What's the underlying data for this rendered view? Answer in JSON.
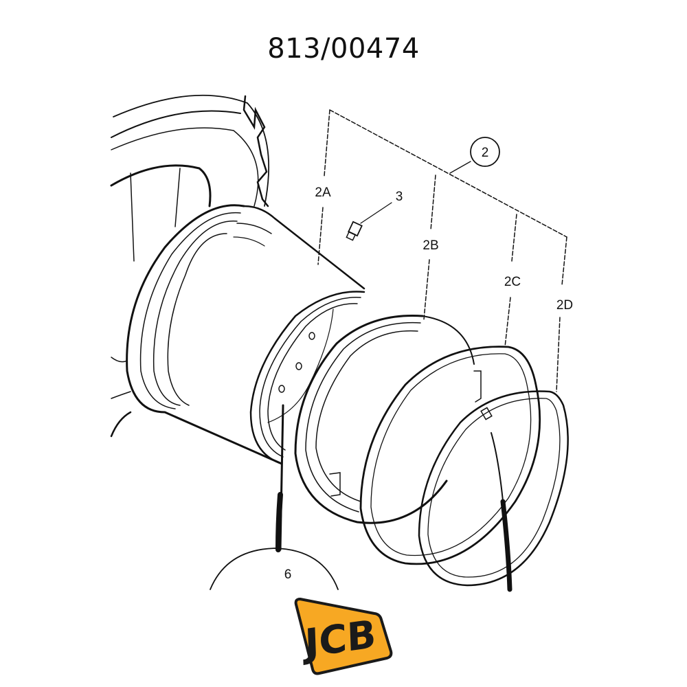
{
  "header": {
    "part_number": "813/00474"
  },
  "diagram": {
    "callouts": [
      {
        "id": "2",
        "label": "2",
        "circled": true
      },
      {
        "id": "2A",
        "label": "2A"
      },
      {
        "id": "2B",
        "label": "2B"
      },
      {
        "id": "2C",
        "label": "2C"
      },
      {
        "id": "2D",
        "label": "2D"
      },
      {
        "id": "3",
        "label": "3"
      },
      {
        "id": "6",
        "label": "6",
        "circled": true
      }
    ]
  },
  "brand": {
    "logo_text": "JCB",
    "logo_fill": "#F7A823",
    "logo_outline": "#1A1A1A"
  }
}
